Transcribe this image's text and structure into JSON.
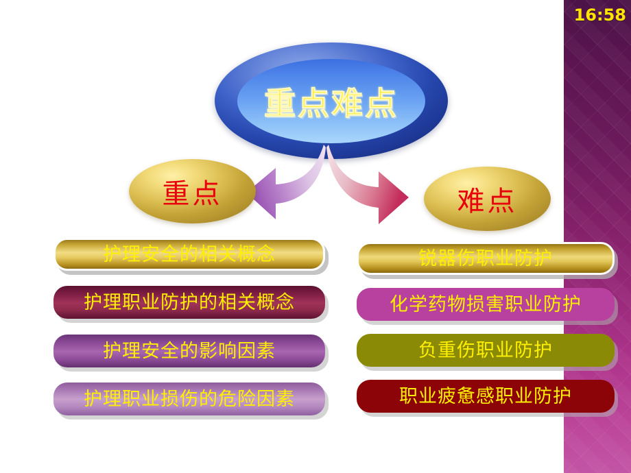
{
  "clock": {
    "time": "16:58"
  },
  "title": {
    "text": "重点难点"
  },
  "branches": {
    "left": {
      "label": "重点"
    },
    "right": {
      "label": "难点"
    }
  },
  "arrows": {
    "left": {
      "name": "curved-arrow-left",
      "color": "#a86bbf"
    },
    "right": {
      "name": "curved-arrow-right",
      "color": "#cf3b6d"
    }
  },
  "left_items": [
    {
      "label": "护理安全的相关概念",
      "color": "#e5c95f"
    },
    {
      "label": "护理职业防护的相关概念",
      "color": "#a03258"
    },
    {
      "label": "护理安全的影响因素",
      "color": "#a865b0"
    },
    {
      "label": "护理职业损伤的危险因素",
      "color": "#c6a0cd"
    }
  ],
  "right_items": [
    {
      "label": "锐器伤职业防护",
      "color": "#efd97c"
    },
    {
      "label": "化学药物损害职业防护",
      "color": "#b8419f"
    },
    {
      "label": "负重伤职业防护",
      "color": "#8a8a06"
    },
    {
      "label": "职业疲惫感职业防护",
      "color": "#8c0408"
    }
  ],
  "theme": {
    "background": "#ffffff",
    "band_top": "#4b1347",
    "band_bottom": "#c355a6",
    "text_yellow": "#ffef00",
    "text_red": "#e8000d",
    "title_blue": "#3f63c9"
  }
}
